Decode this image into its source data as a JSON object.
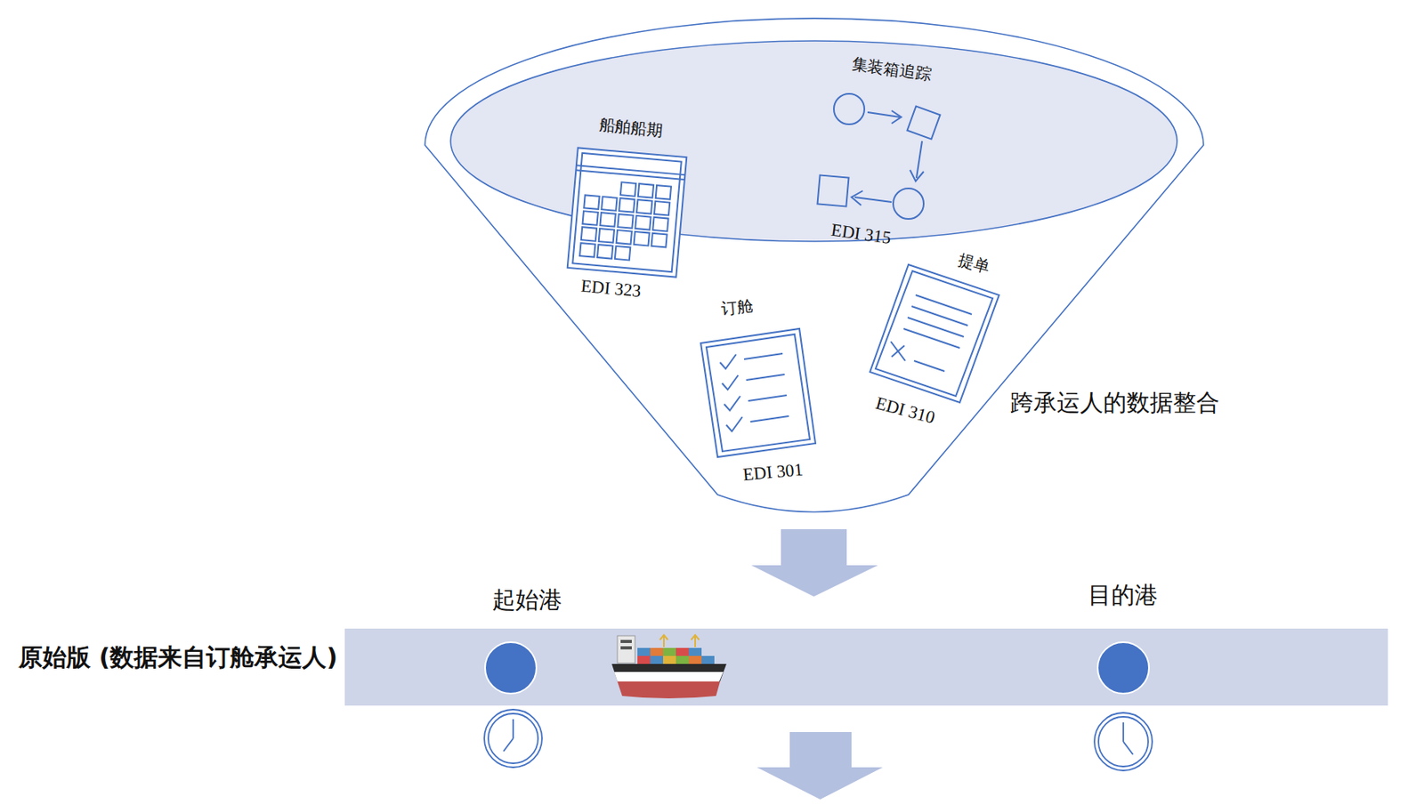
{
  "diagram": {
    "labels": [
      "集装箱追踪",
      "船舶船期",
      "EDI 315",
      "提单",
      "EDI 323",
      "订舱",
      "跨承运人的数据整合",
      "EDI 310",
      "EDI 301",
      "起始港",
      "目的港",
      "原始版 (数据来自订舱承运人)"
    ]
  }
}
